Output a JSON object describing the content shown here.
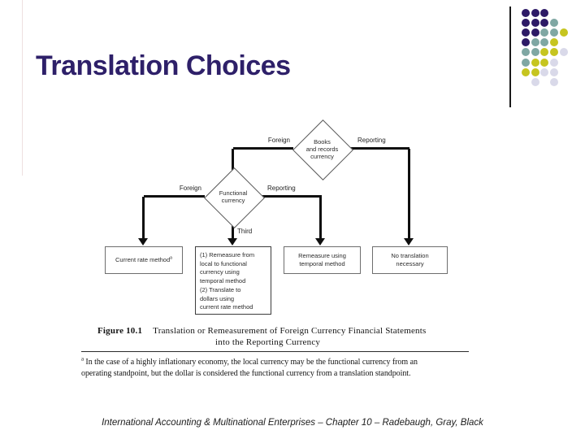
{
  "slide": {
    "title": "Translation Choices",
    "footer": "International Accounting & Multinational Enterprises – Chapter 10 – Radebaugh, Gray, Black"
  },
  "decoration": {
    "palette": {
      "purple": "#2D1A66",
      "teal": "#7FA7A3",
      "yellow": "#C6C520",
      "lavender": "#D9D9E9"
    },
    "dot_rows": [
      [
        "purple",
        "purple",
        "purple"
      ],
      [
        "purple",
        "purple",
        "purple",
        "teal"
      ],
      [
        "purple",
        "purple",
        "teal",
        "teal",
        "yellow"
      ],
      [
        "purple",
        "teal",
        "teal",
        "yellow"
      ],
      [
        "teal",
        "teal",
        "yellow",
        "yellow",
        "lavender"
      ],
      [
        "teal",
        "yellow",
        "yellow",
        "lavender"
      ],
      [
        "yellow",
        "yellow",
        "lavender",
        "lavender"
      ],
      [
        "",
        "lavender",
        "",
        "lavender"
      ]
    ]
  },
  "flowchart": {
    "diamonds": [
      {
        "label": "Books\nand records\ncurrency"
      },
      {
        "label": "Functional\ncurrency"
      }
    ],
    "edge_labels": {
      "top_left": "Foreign",
      "top_right": "Reporting",
      "mid_left": "Foreign",
      "mid_right": "Reporting",
      "mid_bottom": "Third"
    },
    "boxes": [
      {
        "label": "Current rate method",
        "superscript": "a"
      },
      {
        "label": "(1) Remeasure from\nlocal to functional\ncurrency using\ntemporal method\n(2) Translate to\ndollars using\ncurrent rate method"
      },
      {
        "label": "Remeasure using\ntemporal method"
      },
      {
        "label": "No translation\nnecessary"
      }
    ]
  },
  "figure": {
    "caption_label": "Figure 10.1",
    "caption_line1": "Translation or Remeasurement of Foreign Currency Financial Statements",
    "caption_line2": "into the Reporting Currency",
    "footnote_superscript": "a",
    "footnote": "In the case of a highly inflationary economy, the local currency may be the functional currency from an\noperating standpoint, but the dollar is considered the functional currency from a translation standpoint."
  }
}
